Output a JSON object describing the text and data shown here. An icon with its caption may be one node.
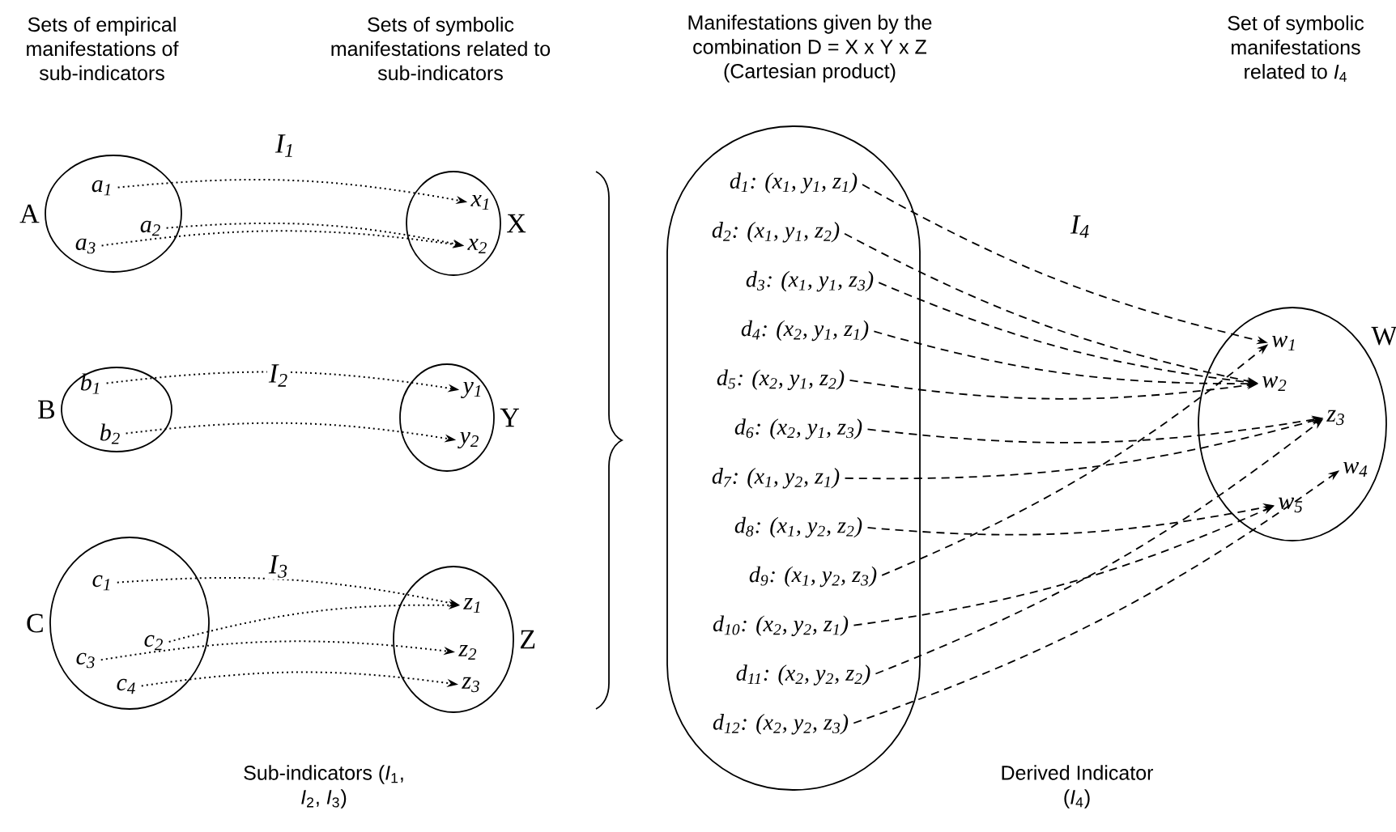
{
  "diagram": {
    "nodes": [
      {
        "text": [
          "A"
        ]
      },
      {
        "text": [
          "a$_{1}$"
        ],
        "in": 0
      },
      {
        "text": [
          "a$_{2}$"
        ],
        "in": 0
      },
      {
        "text": [
          "a$_{3}$"
        ],
        "in": 0
      },
      {
        "text": [
          "X"
        ]
      },
      {
        "text": [
          "x$_{1}$"
        ],
        "in": 4
      },
      {
        "text": [
          "x$_{2}$"
        ],
        "in": 4
      },
      {
        "text": [
          "B"
        ]
      },
      {
        "text": [
          "b$_{1}$"
        ],
        "in": 7
      },
      {
        "text": [
          "b$_{2}$"
        ],
        "in": 7
      },
      {
        "text": [
          "Y"
        ]
      },
      {
        "text": [
          "y$_{1}$"
        ],
        "in": 10
      },
      {
        "text": [
          "y$_{2}$"
        ],
        "in": 10
      },
      {
        "text": [
          "C"
        ]
      },
      {
        "text": [
          "c$_{1}$"
        ],
        "in": 13
      },
      {
        "text": [
          "c$_{2}$"
        ],
        "in": 13
      },
      {
        "text": [
          "c$_{3}$"
        ],
        "in": 13
      },
      {
        "text": [
          "c$_{4}$"
        ],
        "in": 13
      },
      {
        "text": [
          "Z"
        ]
      },
      {
        "text": [
          "z$_{1}$"
        ],
        "in": 18
      },
      {
        "text": [
          "z$_{2}$"
        ],
        "in": 18
      },
      {
        "text": [
          "z$_{3}$"
        ],
        "in": 18
      },
      {
        "text": [],
        "shape": "box"
      },
      {
        "text": [
          "d$_{1}$: (x$_{1}$, y$_{1}$, z$_{1}$)"
        ],
        "in": 22
      },
      {
        "text": [
          "d$_{2}$: (x$_{1}$, y$_{1}$, z$_{2}$)"
        ],
        "in": 22
      },
      {
        "text": [
          "d$_{3}$: (x$_{1}$, y$_{1}$, z$_{3}$)"
        ],
        "in": 22
      },
      {
        "text": [
          "d$_{4}$: (x$_{2}$, y$_{1}$, z$_{1}$)"
        ],
        "in": 22
      },
      {
        "text": [
          "d$_{5}$: (x$_{2}$, y$_{1}$, z$_{2}$)"
        ],
        "in": 22
      },
      {
        "text": [
          "d$_{6}$: (x$_{2}$, y$_{1}$, z$_{3}$)"
        ],
        "in": 22
      },
      {
        "text": [
          "d$_{7}$: (x$_{1}$, y$_{2}$, z$_{1}$)"
        ],
        "in": 22
      },
      {
        "text": [
          "d$_{8}$: (x$_{1}$, y$_{2}$, z$_{2}$)"
        ],
        "in": 22
      },
      {
        "text": [
          "d$_{9}$: (x$_{1}$, y$_{2}$, z$_{3}$)"
        ],
        "in": 22
      },
      {
        "text": [
          "d$_{10}$: (x$_{2}$, y$_{2}$, z$_{1}$)"
        ],
        "in": 22
      },
      {
        "text": [
          "d$_{11}$: (x$_{2}$, y$_{2}$, z$_{2}$)"
        ],
        "in": 22
      },
      {
        "text": [
          "d$_{12}$: (x$_{2}$, y$_{2}$, z$_{3}$)"
        ],
        "in": 22
      },
      {
        "text": [
          "W"
        ]
      },
      {
        "text": [
          "w$_{1}$"
        ],
        "in": 35
      },
      {
        "text": [
          "w$_{2}$"
        ],
        "in": 35
      },
      {
        "text": [
          "z$_{3}$"
        ],
        "in": 35
      },
      {
        "text": [
          "w$_{4}$"
        ],
        "in": 35
      },
      {
        "text": [
          "w$_{5}$"
        ],
        "in": 35
      }
    ],
    "edges": [
      {
        "from": 1,
        "to": 5,
        "arrow": "to",
        "label": "I$_{1}$"
      },
      {
        "from": 2,
        "to": 6,
        "arrow": "to"
      },
      {
        "from": 3,
        "to": 6,
        "arrow": "to"
      },
      {
        "from": 8,
        "to": 11,
        "arrow": "to",
        "label": "I$_{2}$"
      },
      {
        "from": 9,
        "to": 12,
        "arrow": "to"
      },
      {
        "from": 14,
        "to": 19,
        "arrow": "to",
        "label": "I$_{3}$"
      },
      {
        "from": 15,
        "to": 19,
        "arrow": "to"
      },
      {
        "from": 16,
        "to": 20,
        "arrow": "to"
      },
      {
        "from": 17,
        "to": 21,
        "arrow": "to"
      },
      {
        "from": 23,
        "to": 36,
        "arrow": "to",
        "style": "dashed",
        "label": "I$_{4}$"
      },
      {
        "from": 24,
        "to": 37,
        "arrow": "to",
        "style": "dashed"
      },
      {
        "from": 25,
        "to": 37,
        "arrow": "to",
        "style": "dashed"
      },
      {
        "from": 26,
        "to": 37,
        "arrow": "to",
        "style": "dashed"
      },
      {
        "from": 27,
        "to": 37,
        "arrow": "to",
        "style": "dashed"
      },
      {
        "from": 28,
        "to": 38,
        "arrow": "to",
        "style": "dashed"
      },
      {
        "from": 29,
        "to": 38,
        "arrow": "to",
        "style": "dashed"
      },
      {
        "from": 30,
        "to": 40,
        "arrow": "to",
        "style": "dashed"
      },
      {
        "from": 31,
        "to": 36,
        "arrow": "to",
        "style": "dashed"
      },
      {
        "from": 32,
        "to": 40,
        "arrow": "to",
        "style": "dashed"
      },
      {
        "from": 33,
        "to": 38,
        "arrow": "to",
        "style": "dashed"
      },
      {
        "from": 34,
        "to": 39,
        "arrow": "to",
        "style": "dashed"
      }
    ],
    "labels": [
      "Sets of empirical manifestations of sub-indicators",
      "Sets of symbolic manifestations related to sub-indicators",
      "Manifestations given by the combination D = X x Y x Z (Cartesian product)",
      "Set of symbolic manifestations related to *I*$_{4}$",
      "Sub-indicators (*I*$_{1}$, *I*$_{2}$, *I*$_{3}$)",
      "Derived Indicator (*I*$_{4}$)"
    ]
  }
}
